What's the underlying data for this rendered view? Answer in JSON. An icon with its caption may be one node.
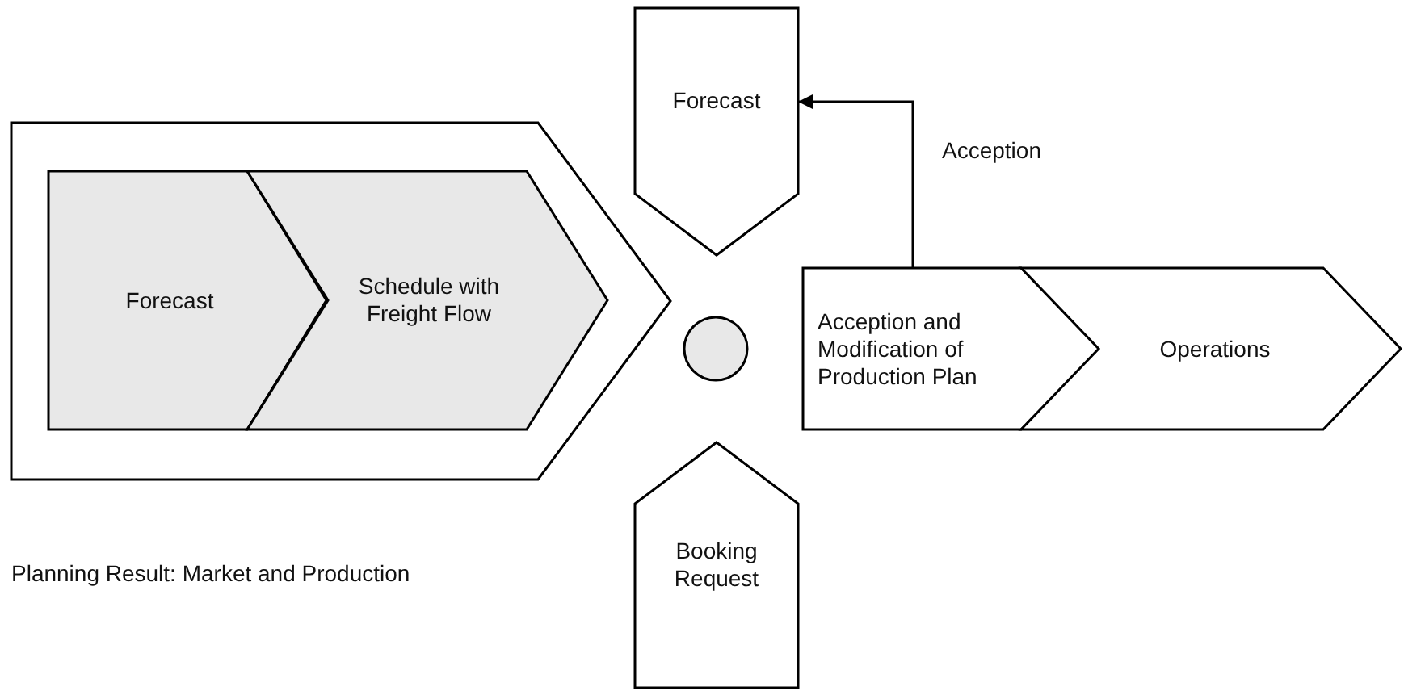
{
  "diagram": {
    "nodes": [
      {
        "text": [
          "Planning Result: Market and Production"
        ]
      },
      {
        "text": [
          "Forecast"
        ],
        "in": 0
      },
      {
        "text": [
          "Schedule with Freight Flow"
        ],
        "in": 0
      },
      {
        "text": [],
        "shape": "circle"
      },
      {
        "text": [
          "Forecast"
        ]
      },
      {
        "text": [
          "Acception and Modification of Production Plan"
        ]
      },
      {
        "text": [
          "Operations"
        ]
      },
      {
        "text": [
          "Booking Request"
        ]
      }
    ],
    "edges": [
      {
        "from": 5,
        "to": 4,
        "arrow": "to",
        "label": "Acception"
      }
    ]
  }
}
